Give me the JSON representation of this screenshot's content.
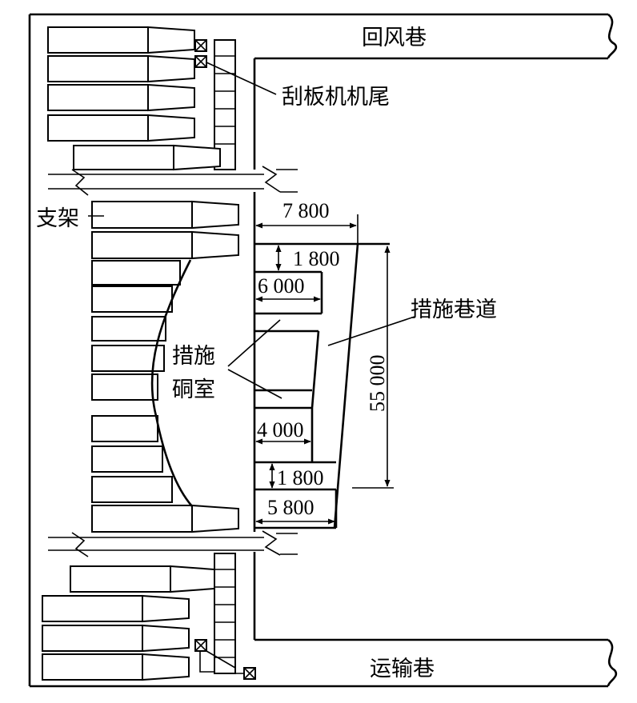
{
  "labels": {
    "return_airway": "回风巷",
    "conveyor_tail": "刮板机机尾",
    "support": "支架",
    "measure_roadway": "措施巷道",
    "chamber_line1": "措施",
    "chamber_line2": "硐室",
    "haulage_roadway": "运输巷"
  },
  "dimensions": {
    "d_7800": "7 800",
    "d_1800_top": "1 800",
    "d_6000": "6 000",
    "d_4000": "4 000",
    "d_1800_bottom": "1 800",
    "d_5800": "5 800",
    "d_55000": "55 000"
  }
}
